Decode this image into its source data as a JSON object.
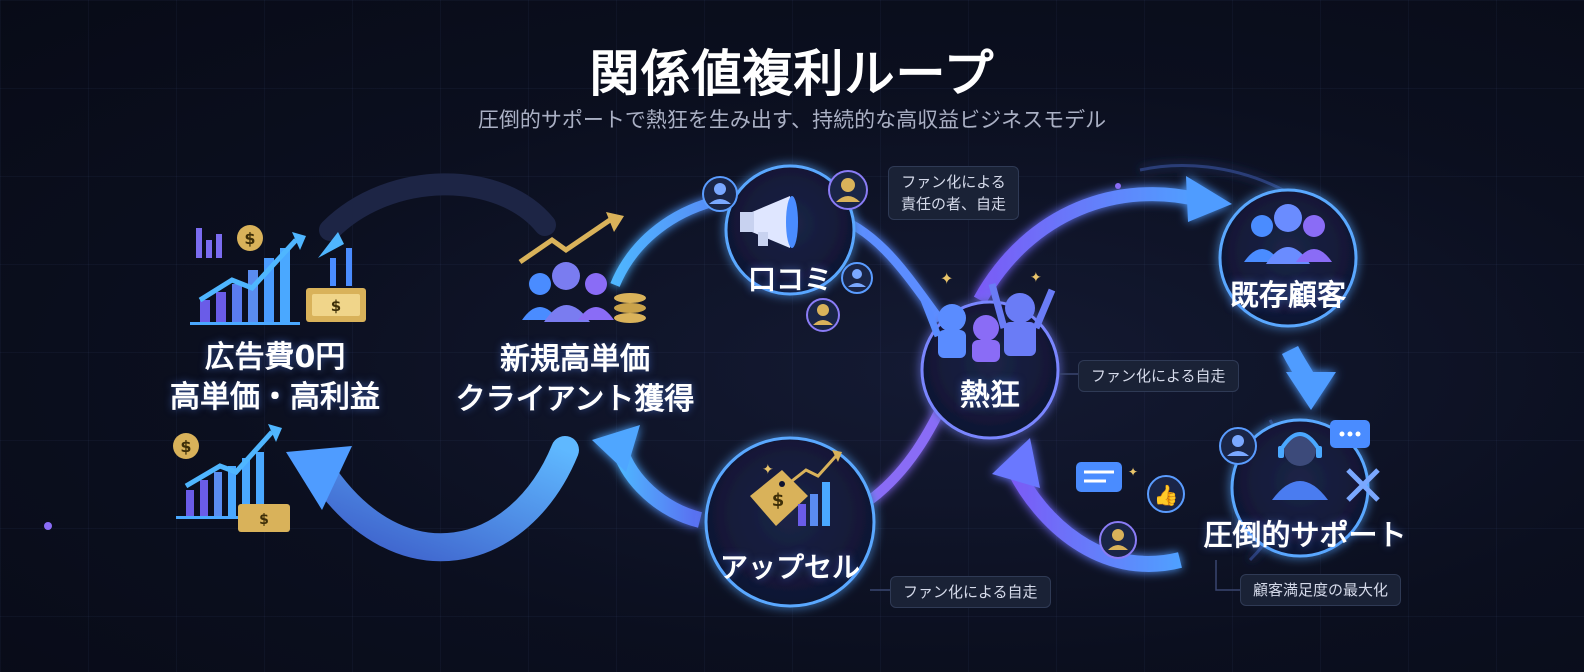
{
  "title": "関係値複利ループ",
  "subtitle": "圧倒的サポートで熱狂を生み出す、持続的な高収益ビジネスモデル",
  "nodes": {
    "profit": {
      "line1": "広告費0円",
      "line2": "高単価・高利益",
      "icon": "rising-bar-chart-with-dollar-icon"
    },
    "acquisition": {
      "line1": "新規高単価",
      "line2": "クライアント獲得",
      "icon": "people-with-coins-and-trend-icon"
    },
    "word_of_mouth": {
      "label": "口コミ",
      "icon": "megaphone-icon"
    },
    "upsell": {
      "label": "アップセル",
      "icon": "price-tag-growth-icon"
    },
    "enthusiasm": {
      "label": "熱狂",
      "icon": "cheering-people-icon"
    },
    "existing_customers": {
      "label": "既存顧客",
      "icon": "customer-group-icon"
    },
    "support": {
      "label": "圧倒的サポート",
      "icon": "support-agent-with-tools-icon"
    }
  },
  "tags": {
    "top": {
      "line1": "ファン化による",
      "line2": "責任の者、自走"
    },
    "middle_right": "ファン化による自走",
    "bottom": "ファン化による自走",
    "bottom_right": "顧客満足度の最大化"
  },
  "colors": {
    "background": "#0b0f1f",
    "blue_arrow": "#4aa3ff",
    "purple_arrow": "#8a5cf6",
    "node_ring": "#5aa8ff",
    "gold": "#d9b25a"
  }
}
